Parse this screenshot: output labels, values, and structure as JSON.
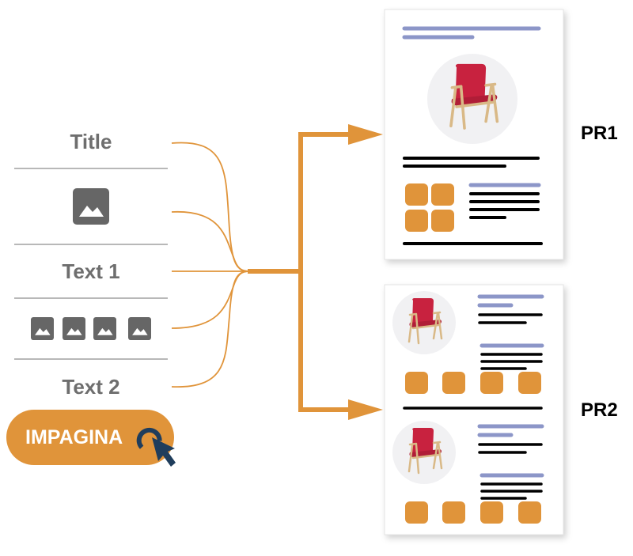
{
  "inputs": {
    "title_label": "Title",
    "text1_label": "Text 1",
    "text2_label": "Text 2",
    "image_icon": "image-icon",
    "gallery_icons": [
      "image-icon",
      "image-icon",
      "image-icon",
      "image-icon"
    ]
  },
  "button": {
    "label": "IMPAGINA",
    "icon": "cursor-click-icon"
  },
  "outputs": [
    {
      "label": "PR1"
    },
    {
      "label": "PR2"
    }
  ],
  "colors": {
    "accent": "#E0943A",
    "heading_bar": "#8C96C8",
    "text_bar": "#000000",
    "chair": "#C8223F",
    "label": "#6E6E6E",
    "cursor": "#1F3D5C"
  }
}
